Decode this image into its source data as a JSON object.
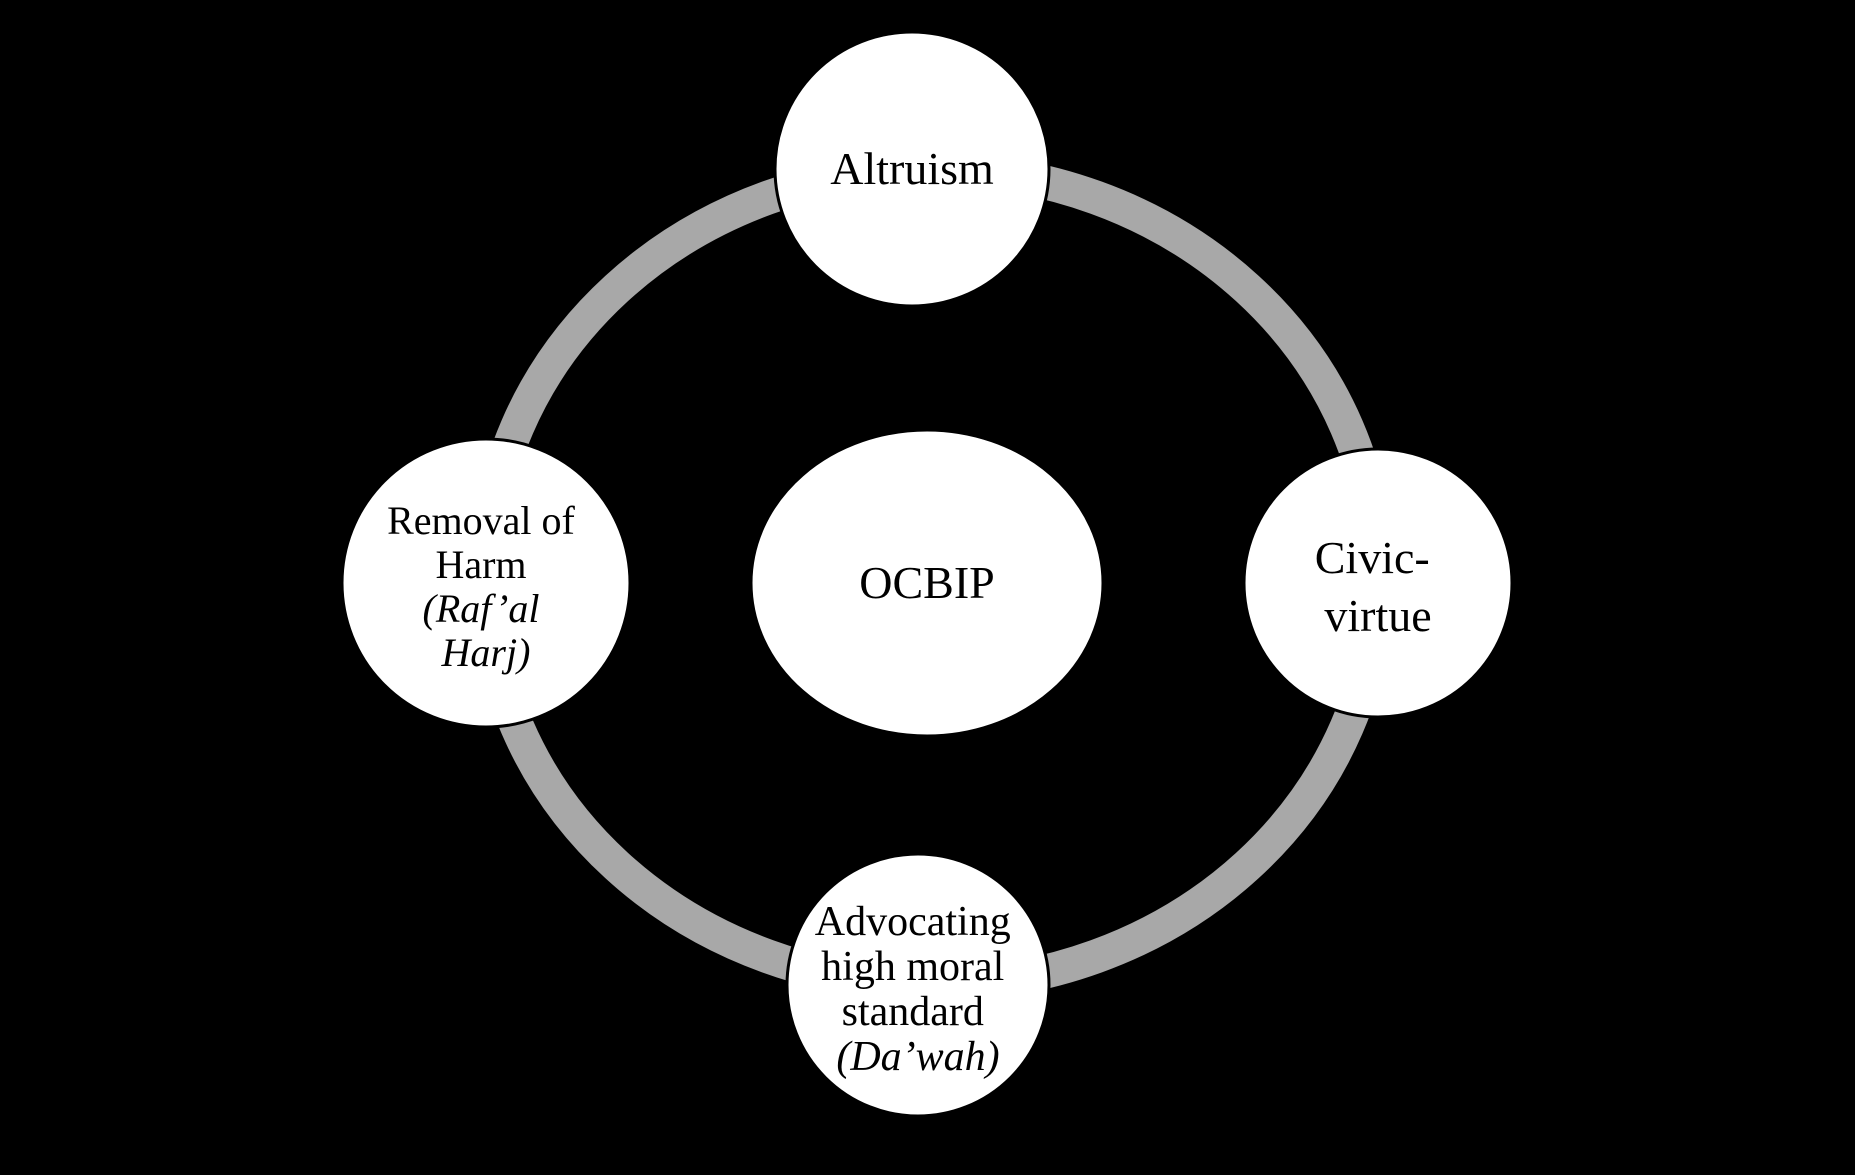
{
  "colors": {
    "background": "#000000",
    "ring": "#a8a8a8",
    "node_fill": "#ffffff",
    "node_stroke": "#000000",
    "text": "#000000"
  },
  "nodes": {
    "center": {
      "label": "OCBIP"
    },
    "top": {
      "label": "Altruism"
    },
    "right": {
      "lines": [
        "Civic-",
        "virtue"
      ]
    },
    "bottom": {
      "lines": [
        "Advocating",
        "high moral",
        "standard",
        "(Da’wah)"
      ]
    },
    "left": {
      "lines": [
        "Removal of",
        "Harm",
        "(Raf’al",
        "Harj)"
      ]
    }
  }
}
